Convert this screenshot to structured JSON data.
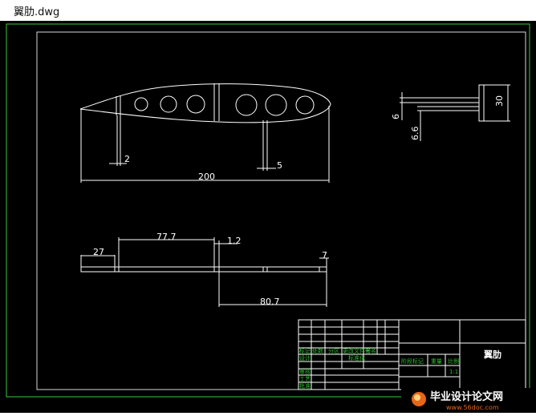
{
  "window": {
    "title": "翼肋.dwg"
  },
  "colors": {
    "background": "#000000",
    "lines": "#ffffff",
    "border": "#d8d8d8",
    "frame_outer": "#3cc83c",
    "title_block_green": "#2fc02f",
    "watermark_orange": "#e8661a"
  },
  "drawing": {
    "dimensions": {
      "d_2": "2",
      "d_5": "5",
      "d_200": "200",
      "d_6": "6",
      "d_6_6": "6.6",
      "d_30": "30",
      "d_27": "27",
      "d_77_7": "77.7",
      "d_1_2": "1.2",
      "d_7": "7",
      "d_80_7": "80.7"
    }
  },
  "title_block": {
    "part_name": "翼肋",
    "cells": {
      "c1": "标记",
      "c2": "处数",
      "c3": "分区",
      "c4": "更改文件号",
      "c5": "签名",
      "c6": "设计",
      "c7": "标准化",
      "c8": "审核",
      "c9": "工艺",
      "c10": "批准",
      "c11": "阶段标记",
      "c12": "重量",
      "c13": "比例",
      "c14": "1:1"
    }
  },
  "watermark": {
    "text": "毕业设计论文网",
    "url": "www.56doc.com"
  }
}
